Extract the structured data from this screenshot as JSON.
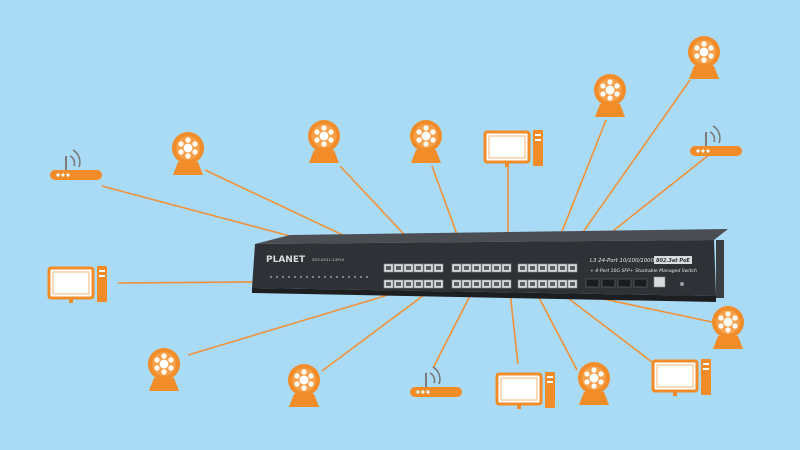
{
  "switch": {
    "brand": "PLANET",
    "model": "SGS-6341-24P4X",
    "title_line1": "L3 24-Port 10/100/1000T",
    "badge": "802.3at PoE",
    "title_line2": "+ 4-Port 10G SFP+ Stackable Managed Switch",
    "port_count": 24,
    "sfp_count": 4
  },
  "colors": {
    "background": "#a9dbf6",
    "device_orange": "#f28c28",
    "link_line": "#f0923a",
    "switch_body": "#2e3236",
    "switch_top": "#45494e"
  },
  "devices": [
    {
      "type": "wireless-router",
      "name": "router-left-top"
    },
    {
      "type": "ip-camera",
      "name": "camera-top-1"
    },
    {
      "type": "ip-camera",
      "name": "camera-top-2"
    },
    {
      "type": "ip-camera",
      "name": "camera-top-3"
    },
    {
      "type": "desktop-pc",
      "name": "pc-top"
    },
    {
      "type": "ip-camera",
      "name": "camera-top-4"
    },
    {
      "type": "ip-camera",
      "name": "camera-top-right"
    },
    {
      "type": "wireless-router",
      "name": "router-right-top"
    },
    {
      "type": "desktop-pc",
      "name": "pc-left"
    },
    {
      "type": "ip-camera",
      "name": "camera-right-bottom"
    },
    {
      "type": "ip-camera",
      "name": "camera-bottom-left"
    },
    {
      "type": "ip-camera",
      "name": "camera-bottom-2"
    },
    {
      "type": "wireless-router",
      "name": "router-bottom"
    },
    {
      "type": "desktop-pc",
      "name": "pc-bottom"
    },
    {
      "type": "ip-camera",
      "name": "camera-bottom-right"
    },
    {
      "type": "desktop-pc",
      "name": "pc-bottom-right"
    }
  ]
}
